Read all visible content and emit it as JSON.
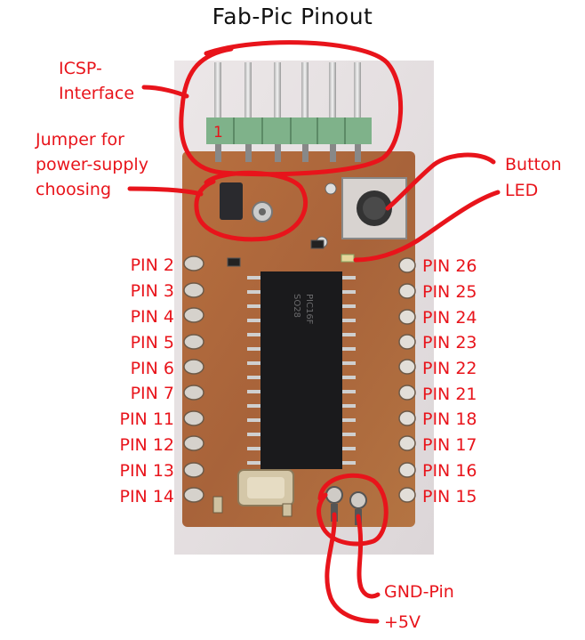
{
  "title": "Fab-Pic  Pinout",
  "annotations": {
    "icsp": [
      "ICSP-",
      "Interface"
    ],
    "jumper": [
      "Jumper for",
      "power-supply",
      "choosing"
    ],
    "button": "Button",
    "led": "LED",
    "gnd": "GND-Pin",
    "vcc": "+5V",
    "header_pin1": "1"
  },
  "pins_left": [
    "PIN 2",
    "PIN 3",
    "PIN 4",
    "PIN 5",
    "PIN 6",
    "PIN 7",
    "PIN 11",
    "PIN 12",
    "PIN 13",
    "PIN 14"
  ],
  "pins_right": [
    "PIN 26",
    "PIN 25",
    "PIN 24",
    "PIN 23",
    "PIN 22",
    "PIN 21",
    "PIN 18",
    "PIN 17",
    "PIN 16",
    "PIN 15"
  ],
  "colors": {
    "annotation": "#e8141b",
    "pcb": "#b06a3c",
    "chip": "#1a1a1c",
    "header": "#7fb28a"
  }
}
